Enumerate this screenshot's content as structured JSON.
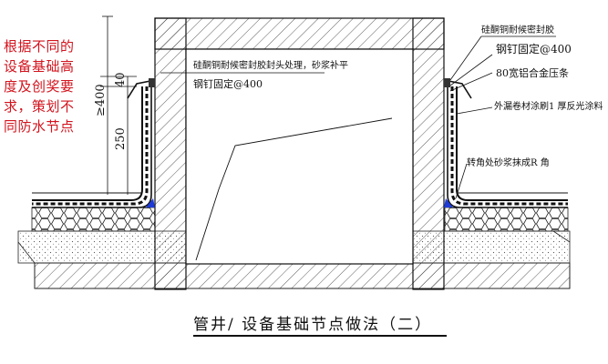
{
  "side_note": {
    "lines": [
      "根据不同的",
      "设备基础高",
      "度及创奖要",
      "求，策划不",
      "同防水节点"
    ],
    "color": "#d2141e"
  },
  "title": "管井/ 设备基础节点做法（二）",
  "dimensions": {
    "d_400": "≥400",
    "d_40": "40",
    "d_250": "250"
  },
  "annotations": {
    "inner_sealant": "硅酮铜耐候密封胶封头处理，砂浆补平",
    "inner_nail": "钢钉固定@400",
    "right_sealant": "硅酮铜耐候密封胶",
    "right_nail": "钢钉固定@400",
    "right_strip": "80宽铝合金压条",
    "right_coating": "外漏卷材涂刷1 厚反光涂料",
    "right_corner": "转角处砂浆抹成R 角"
  },
  "colors": {
    "line": "#111111",
    "accent_blue": "#1f3bd6"
  }
}
